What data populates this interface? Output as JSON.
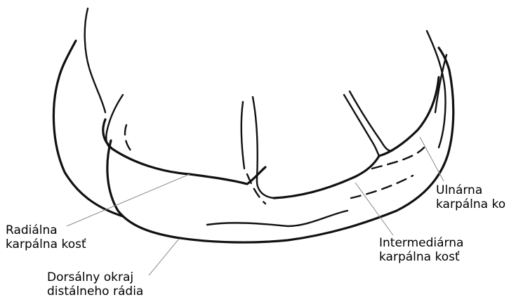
{
  "labels": {
    "ulnar": {
      "line1": "Ulnárna",
      "line2": "karpálna ko"
    },
    "radial": {
      "line1": "Radiálna",
      "line2": "karpálna kosť"
    },
    "intermediate": {
      "line1": "Intermediárna",
      "line2": "karpálna kosť"
    },
    "dorsal": {
      "line1": "Dorsálny okraj",
      "line2": "distálneho rádia"
    }
  },
  "colors": {
    "ink": "#111111",
    "leader": "#8a8a8a",
    "background": "#ffffff"
  }
}
